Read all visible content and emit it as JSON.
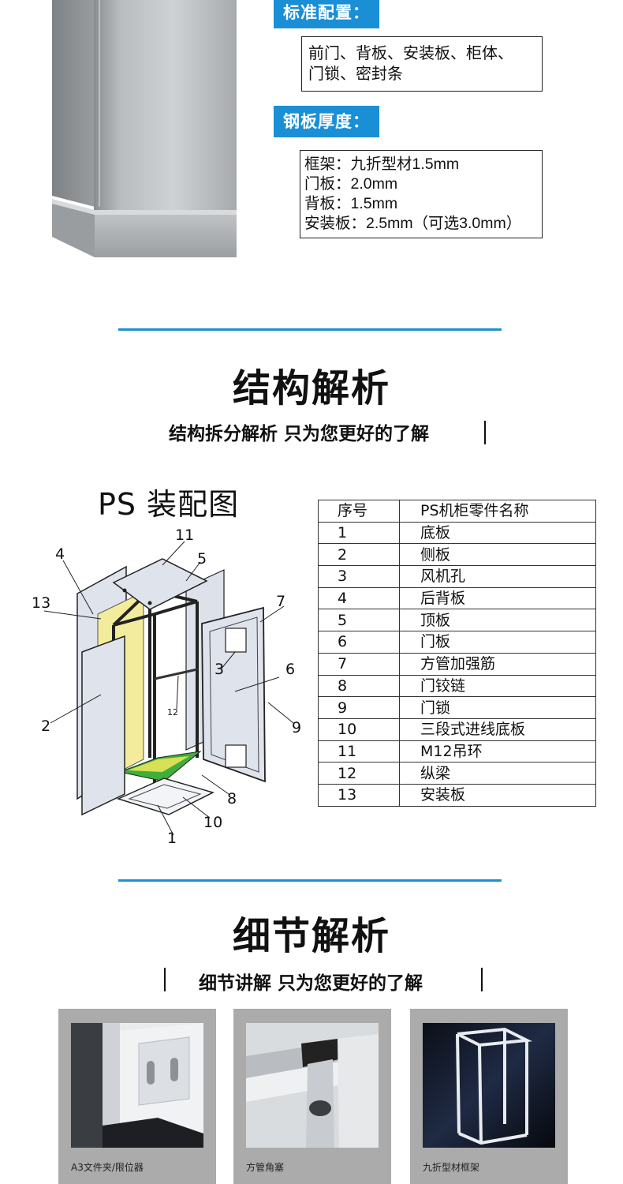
{
  "specs": {
    "standard_tag": "标准配置：",
    "standard_lines": [
      "前门、背板、安装板、柜体、",
      "门锁、密封条"
    ],
    "thickness_tag": "钢板厚度：",
    "thickness_lines": [
      "框架：九折型材1.5mm",
      "门板：2.0mm",
      "背板：1.5mm",
      "安装板：2.5mm（可选3.0mm）"
    ]
  },
  "structure": {
    "title": "结构解析",
    "subtitle": "结构拆分解析 只为您更好的了解",
    "diagram_title": "PS 装配图",
    "callouts": [
      "1",
      "2",
      "3",
      "4",
      "5",
      "6",
      "7",
      "8",
      "9",
      "10",
      "11",
      "12",
      "13"
    ],
    "table_headers": [
      "序号",
      "PS机柜零件名称"
    ],
    "parts": [
      {
        "no": "1",
        "name": "底板"
      },
      {
        "no": "2",
        "name": "侧板"
      },
      {
        "no": "3",
        "name": "风机孔"
      },
      {
        "no": "4",
        "name": "后背板"
      },
      {
        "no": "5",
        "name": "顶板"
      },
      {
        "no": "6",
        "name": "门板"
      },
      {
        "no": "7",
        "name": "方管加强筋"
      },
      {
        "no": "8",
        "name": "门铰链"
      },
      {
        "no": "9",
        "name": "门锁"
      },
      {
        "no": "10",
        "name": "三段式进线底板"
      },
      {
        "no": "11",
        "name": "M12吊环"
      },
      {
        "no": "12",
        "name": "纵梁"
      },
      {
        "no": "13",
        "name": "安装板"
      }
    ]
  },
  "details": {
    "title": "细节解析",
    "subtitle": "细节讲解 只为您更好的了解",
    "items": [
      {
        "caption": "A3文件夹/限位器"
      },
      {
        "caption": "方管角塞"
      },
      {
        "caption": "九折型材框架"
      }
    ]
  },
  "colors": {
    "accent": "#1a8fd6",
    "rule": "#1e8fd2",
    "panel_gray": "#ababab"
  }
}
